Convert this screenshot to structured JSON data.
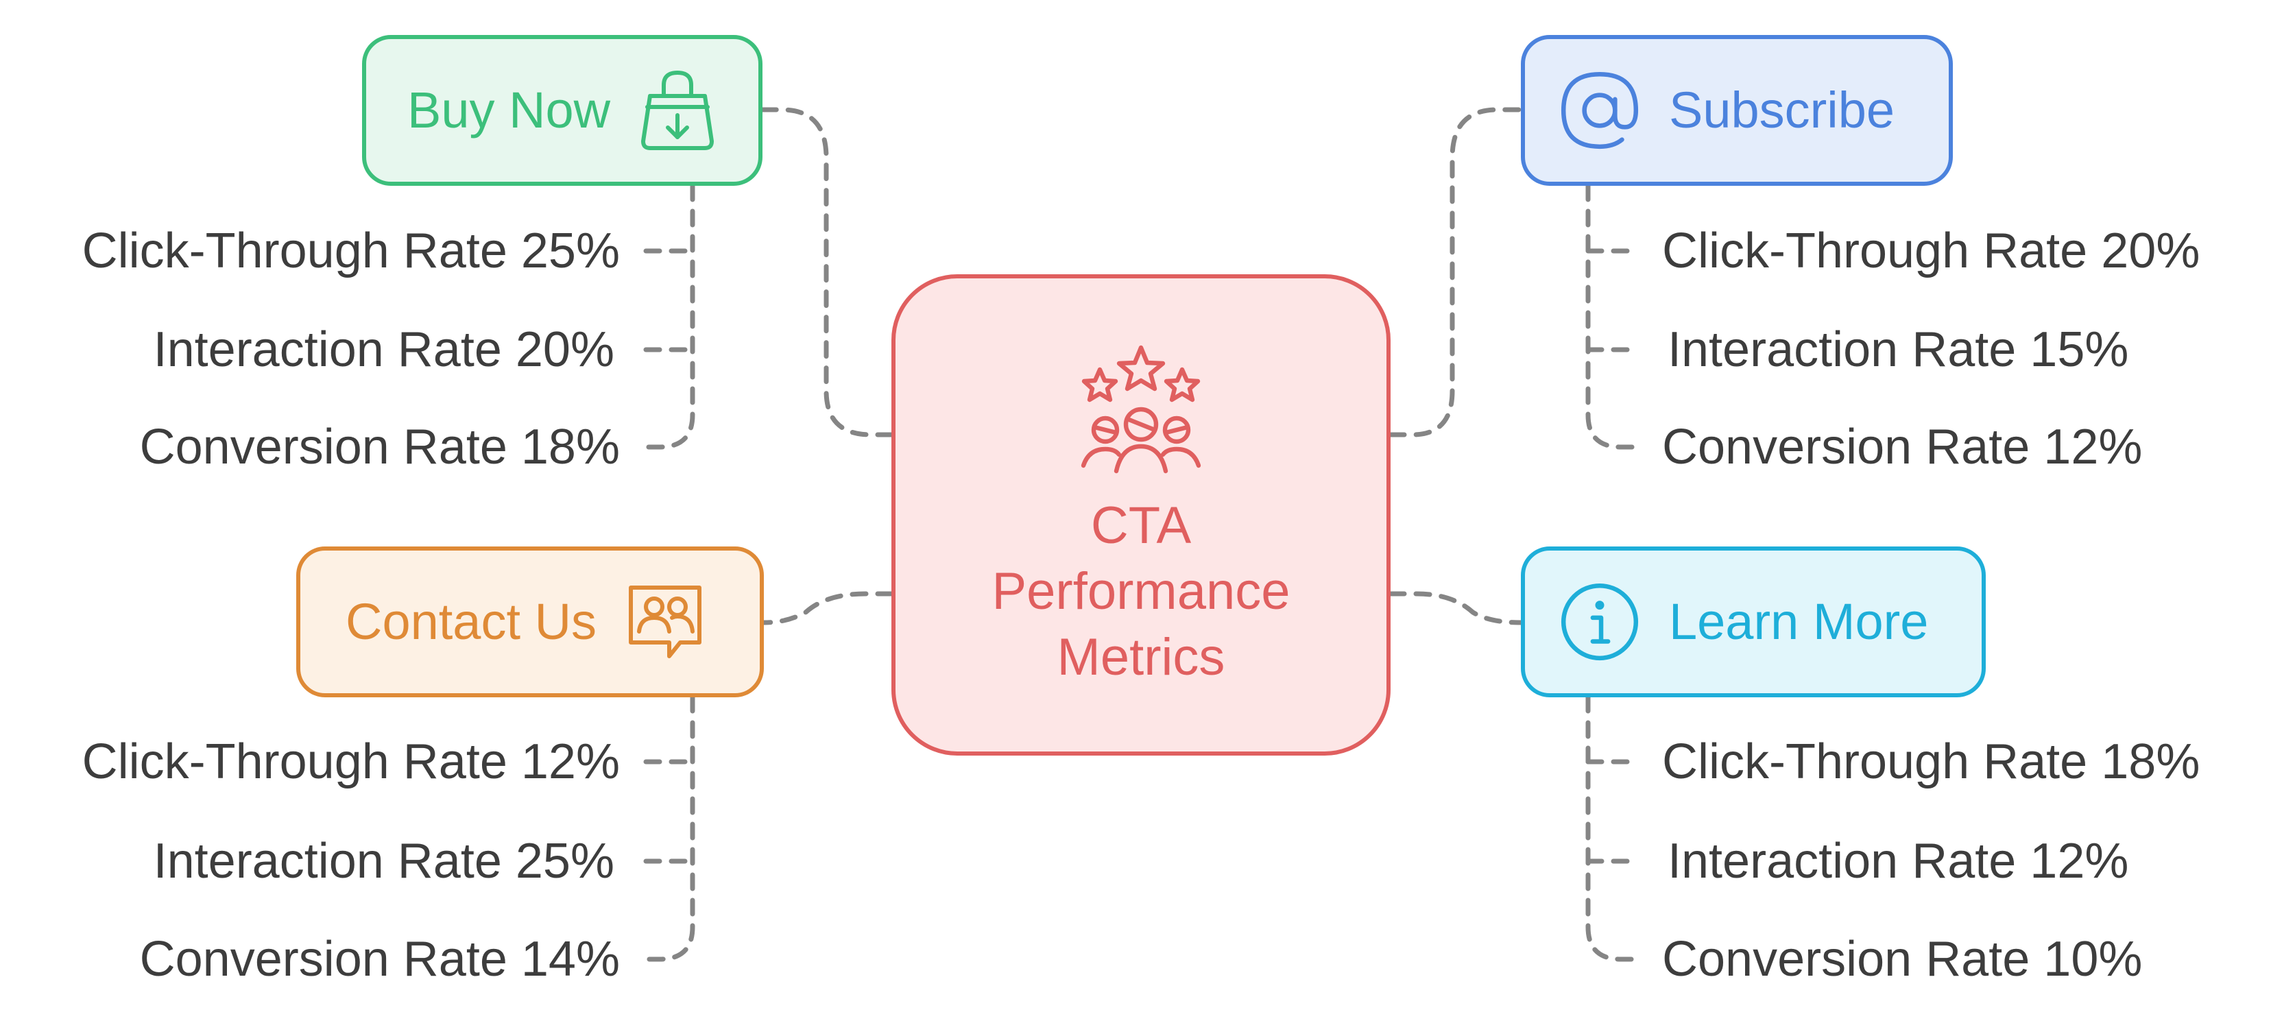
{
  "center": {
    "title": "CTA\nPerformance\nMetrics",
    "icon": "rating-audience-icon"
  },
  "colors": {
    "center": "#e05f5f",
    "buy": "#3cbf7b",
    "contact": "#df8a36",
    "subscribe": "#4b82dd",
    "learn": "#1eaed9",
    "connector": "#858585",
    "text": "#3d3d3d"
  },
  "ctas": {
    "buy_now": {
      "label": "Buy Now",
      "icon": "shopping-bag-download-icon",
      "metrics": [
        "Click-Through Rate 25%",
        "Interaction Rate 20%",
        "Conversion Rate 18%"
      ]
    },
    "contact_us": {
      "label": "Contact Us",
      "icon": "chat-users-icon",
      "metrics": [
        "Click-Through Rate 12%",
        "Interaction Rate 25%",
        "Conversion Rate 14%"
      ]
    },
    "subscribe": {
      "label": "Subscribe",
      "icon": "at-sign-icon",
      "metrics": [
        "Click-Through Rate 20%",
        "Interaction Rate 15%",
        "Conversion Rate 12%"
      ]
    },
    "learn_more": {
      "label": "Learn More",
      "icon": "info-icon",
      "metrics": [
        "Click-Through Rate 18%",
        "Interaction Rate 12%",
        "Conversion Rate 10%"
      ]
    }
  }
}
